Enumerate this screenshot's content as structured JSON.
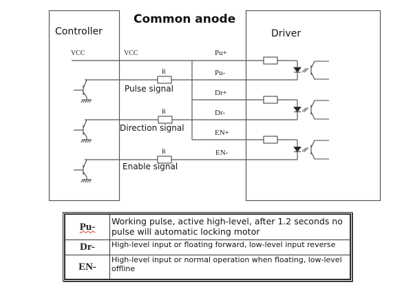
{
  "title": "Common anode",
  "controller": {
    "label": "Controller",
    "vcc_label": "VCC",
    "signals": [
      {
        "name": "Pulse signal",
        "resistor": "R"
      },
      {
        "name": "Direction signal",
        "resistor": "R"
      },
      {
        "name": "Enable signal",
        "resistor": "R"
      }
    ]
  },
  "bus": {
    "vcc_label": "VCC",
    "terminals": [
      "Pu+",
      "Pu-",
      "Dr+",
      "Dr-",
      "EN+",
      "EN-"
    ]
  },
  "driver": {
    "label": "Driver"
  },
  "legend": {
    "rows": [
      {
        "code": "Pu-",
        "desc": "Working pulse, active high-level, after 1.2 seconds no pulse will automatic locking motor"
      },
      {
        "code": "Dr-",
        "desc": "High-level input or floating forward, low-level input reverse"
      },
      {
        "code": "EN-",
        "desc": "High-level input or normal operation when floating, low-level offline"
      }
    ]
  }
}
